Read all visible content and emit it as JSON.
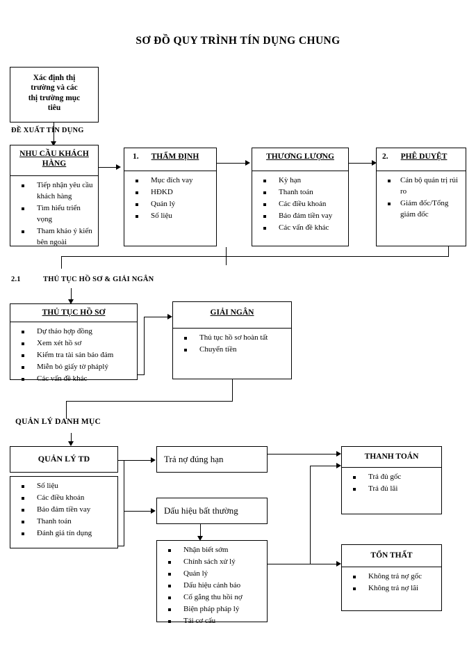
{
  "title": "SƠ ĐỒ QUY TRÌNH TÍN DỤNG CHUNG",
  "sections": {
    "proposal": "ĐỀ XUẤT TÍN DỤNG",
    "documentation_num": "2.1",
    "documentation": "THỦ TỤC HỒ SƠ & GIẢI NGÂN",
    "portfolio": "QUẢN LÝ DANH MỤC"
  },
  "boxes": {
    "market": {
      "lines": [
        "Xác định thị",
        "trường và các",
        "thị trường mục",
        "tiêu"
      ]
    },
    "customer_need": {
      "head": "NHU CẦU KHÁCH HÀNG",
      "items": [
        "Tiếp nhận yêu cầu khách hàng",
        "Tìm hiểu triển vọng",
        "Tham khảo ý kiến bên ngoài"
      ]
    },
    "appraisal": {
      "index": "1.",
      "head": "THẨM ĐỊNH",
      "items": [
        "Mục đích vay",
        "HĐKD",
        "Quản lý",
        "Số liệu"
      ]
    },
    "negotiation": {
      "head": "THƯƠNG LƯỢNG",
      "items": [
        "Kỳ hạn",
        "Thanh toán",
        "Các điều khoản",
        "Bảo đảm tiền vay",
        "Các vấn đề khác"
      ]
    },
    "approval": {
      "index": "2.",
      "head": "PHÊ DUYỆT",
      "items": [
        "Cán bộ quản trị rủi ro",
        "Giám đốc/Tổng giám đốc"
      ]
    },
    "documents": {
      "head": "THỦ TỤC HỒ SƠ",
      "items": [
        "Dự thảo hợp đồng",
        "Xem xét hồ sơ",
        "Kiểm tra tài sản bảo đảm",
        "Miễn bỏ giấy tờ pháplý",
        "Các vấn đề khác"
      ]
    },
    "disbursement": {
      "head": "GIẢI NGÂN",
      "items": [
        "Thủ tục hồ sơ hoàn tất",
        "Chuyển tiền"
      ]
    },
    "credit_mgmt": {
      "head": "QUẢN LÝ TD",
      "items": [
        "Số liệu",
        "Các điều khoản",
        "Bảo đảm tiền vay",
        "Thanh toán",
        "Đánh giá tín dụng"
      ]
    },
    "on_time": {
      "label": "Trả nợ đúng hạn"
    },
    "abnormal": {
      "label": "Dấu hiệu bất thường"
    },
    "handling": {
      "items": [
        "Nhận biết sớm",
        "Chính sách xử lý",
        "Quản lý",
        "Dấu hiệu cảnh báo",
        "Cố gắng thu hồi nợ",
        "Biện pháp pháp lý",
        "Tái cơ cấu"
      ]
    },
    "payment": {
      "head": "THANH TOÁN",
      "items": [
        "Trả đủ gốc",
        "Trả đủ lãi"
      ]
    },
    "loss": {
      "head": "TỔN THẤT",
      "items": [
        "Không trả nợ gốc",
        "Không trả nợ lãi"
      ]
    }
  }
}
